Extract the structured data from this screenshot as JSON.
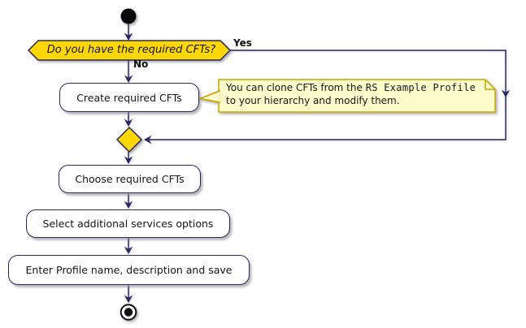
{
  "diagram": {
    "type": "activity-flowchart",
    "colors": {
      "gold": "#FFD700",
      "navy_line": "#282864",
      "note_bg": "#FBFBCB",
      "note_border": "#C8A800",
      "node_bg": "#FFFFFF",
      "text": "#161616"
    },
    "start": {
      "type": "start-node"
    },
    "decision": {
      "label": "Do you have the required CFTs?",
      "yes_label": "Yes",
      "no_label": "No"
    },
    "activities": [
      {
        "label": "Create required CFTs"
      },
      {
        "label": "Choose required CFTs"
      },
      {
        "label": "Select additional services options"
      },
      {
        "label": "Enter Profile name, description and save"
      }
    ],
    "note": {
      "line1_prefix": "You can clone CFTs from the ",
      "line1_mono": "RS Example Profile",
      "line2": "to your hierarchy and modify them."
    },
    "merge": {
      "type": "merge-diamond"
    },
    "end": {
      "type": "end-node"
    },
    "edges": [
      {
        "from": "start",
        "to": "decision"
      },
      {
        "from": "decision",
        "to": "create-required-cfts",
        "label": "No"
      },
      {
        "from": "decision",
        "to": "merge",
        "label": "Yes"
      },
      {
        "from": "create-required-cfts",
        "to": "merge"
      },
      {
        "from": "merge",
        "to": "choose-required-cfts"
      },
      {
        "from": "choose-required-cfts",
        "to": "select-additional-services-options"
      },
      {
        "from": "select-additional-services-options",
        "to": "enter-profile-name-description-and-save"
      },
      {
        "from": "enter-profile-name-description-and-save",
        "to": "end"
      }
    ]
  }
}
